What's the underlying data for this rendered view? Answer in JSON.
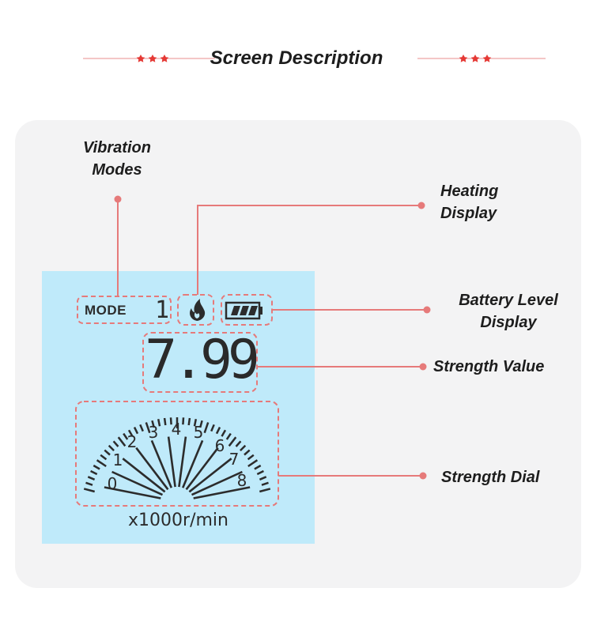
{
  "header": {
    "title": "Screen Description"
  },
  "callouts": {
    "vibration_modes": [
      "Vibration",
      "Modes"
    ],
    "heating_display": [
      "Heating",
      "Display"
    ],
    "battery_level_display": [
      "Battery Level",
      "Display"
    ],
    "strength_value": "Strength Value",
    "strength_dial": "Strength Dial"
  },
  "lcd": {
    "mode_label": "MODE",
    "mode_number": "1",
    "strength_value": "7.99",
    "dial_numbers": [
      "0",
      "1",
      "2",
      "3",
      "4",
      "5",
      "6",
      "7",
      "8"
    ],
    "unit": "x1000r/min",
    "battery_level": 1.0
  },
  "colors": {
    "accent_red": "#e53935",
    "callout_line": "#e67a7a",
    "lcd_background": "#bfeafa",
    "panel_background": "#f3f3f4"
  },
  "icons": [
    "flame-icon",
    "battery-icon",
    "star-icon"
  ]
}
